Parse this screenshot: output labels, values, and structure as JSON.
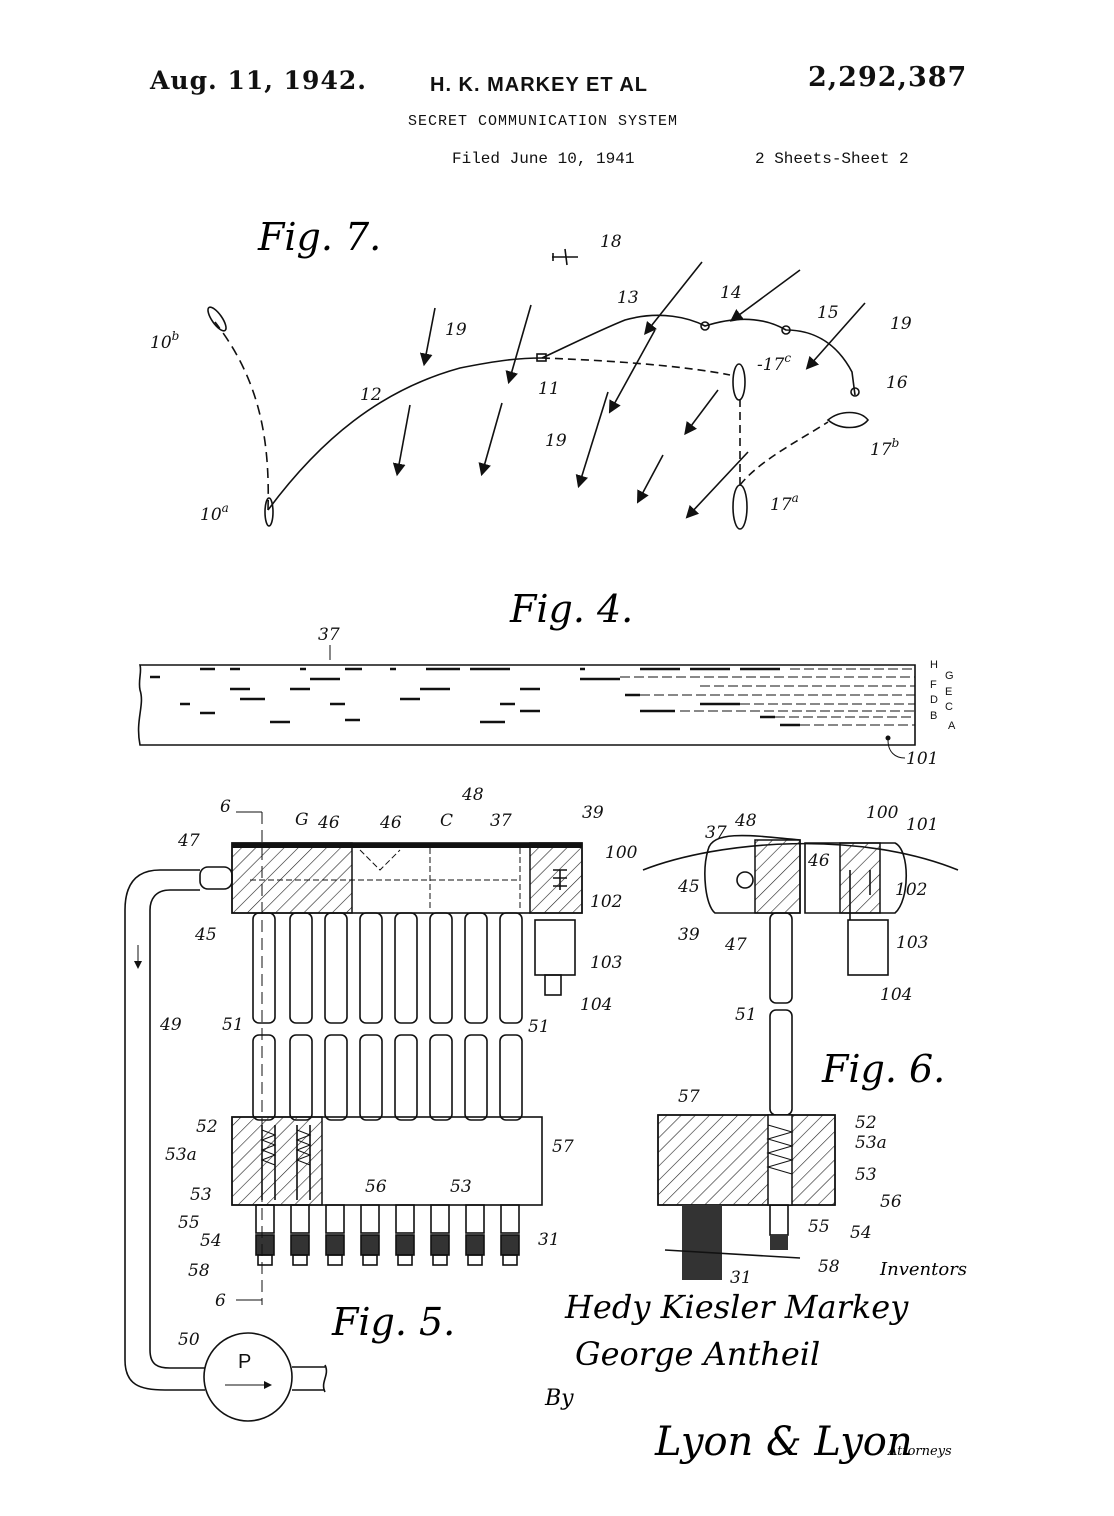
{
  "header": {
    "date": "Aug. 11, 1942.",
    "inventor": "H. K. MARKEY ET AL",
    "patent_number": "2,292,387",
    "title": "SECRET COMMUNICATION SYSTEM",
    "filed": "Filed June 10, 1941",
    "sheets": "2 Sheets-Sheet 2"
  },
  "figures": {
    "fig7": {
      "caption": "Fig. 7.",
      "labels": [
        "10b",
        "12",
        "19",
        "11",
        "13",
        "14",
        "15",
        "19",
        "16",
        "17c",
        "17b",
        "17a",
        "10a",
        "19",
        "18"
      ]
    },
    "fig4": {
      "caption": "Fig. 4.",
      "ref_37": "37",
      "ref_101": "101",
      "track_letters": [
        "H",
        "G",
        "F",
        "E",
        "D",
        "C",
        "B",
        "A"
      ]
    },
    "fig5": {
      "caption": "Fig. 5.",
      "labels": [
        "6",
        "G",
        "46",
        "46",
        "48",
        "C",
        "37",
        "39",
        "47",
        "100",
        "45",
        "102",
        "103",
        "104",
        "51",
        "51",
        "49",
        "52",
        "53a",
        "53",
        "57",
        "56",
        "53",
        "55",
        "54",
        "58",
        "31",
        "6",
        "50",
        "P"
      ]
    },
    "fig6": {
      "caption": "Fig. 6.",
      "labels": [
        "37",
        "48",
        "100",
        "101",
        "45",
        "46",
        "102",
        "39",
        "47",
        "103",
        "104",
        "51",
        "57",
        "52",
        "53a",
        "53",
        "56",
        "55",
        "54",
        "58",
        "31"
      ]
    }
  },
  "signature": {
    "inventors_label": "Inventors",
    "name1": "Hedy Kiesler Markey",
    "name2": "George Antheil",
    "by": "By",
    "attorney": "Lyon & Lyon",
    "attorneys_label": "Attorneys"
  }
}
